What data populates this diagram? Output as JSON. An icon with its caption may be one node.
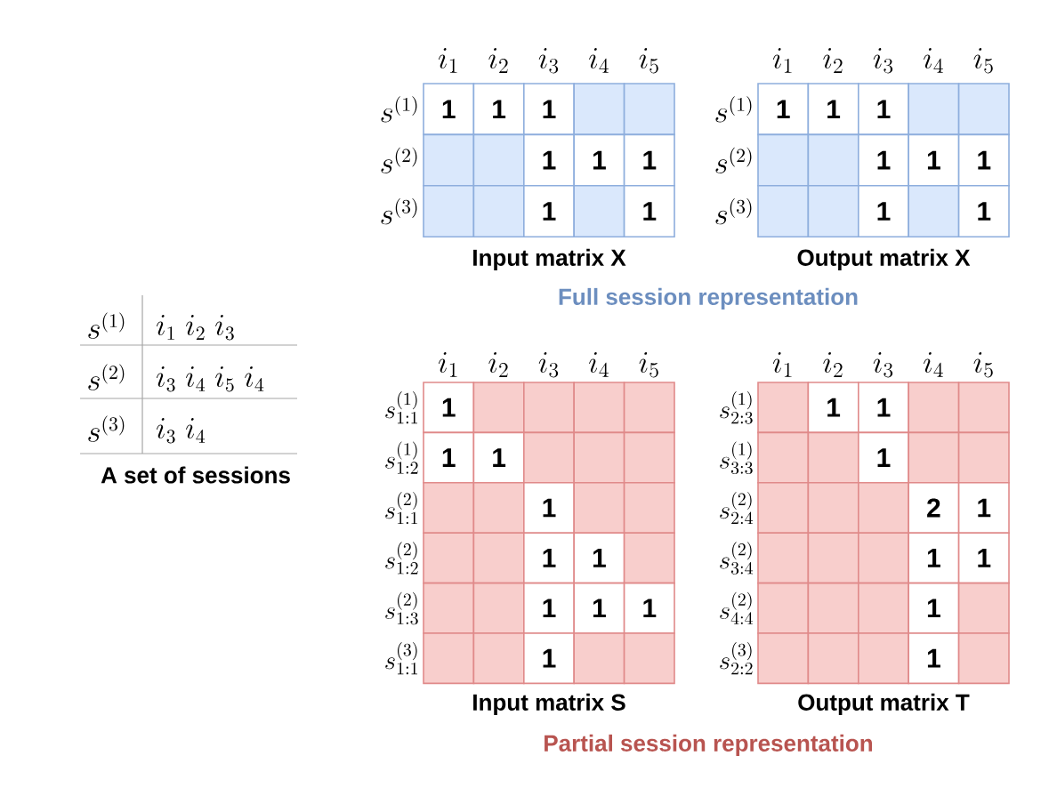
{
  "diagram": {
    "labels": [
      "i_{1}",
      "i_{2}",
      "i_{3}",
      "i_{4}",
      "i_{5}",
      "s^{(1)}",
      "1",
      "1",
      "1",
      "s^{(2)}",
      "1",
      "1",
      "1",
      "s^{(3)}",
      "1",
      "1",
      "Input matrix",
      "\\mathbf{X}",
      "i_{1}",
      "i_{2}",
      "i_{3}",
      "i_{4}",
      "i_{5}",
      "s^{(1)}",
      "1",
      "1",
      "1",
      "s^{(2)}",
      "1",
      "1",
      "1",
      "s^{(3)}",
      "1",
      "1",
      "Output matrix",
      "\\mathbf{X}",
      "Full session representation",
      "s^{(1)}",
      "i_{1}\\;i_{2}\\;i_{3}",
      "s^{(2)}",
      "i_{3}\\;i_{4}\\;i_{5}\\;i_{4}",
      "s^{(3)}",
      "i_{3}\\;i_{4}",
      "A set of sessions",
      "i_{1}",
      "i_{2}",
      "i_{3}",
      "i_{4}",
      "i_{5}",
      "s^{(1)}_{1:1}",
      "1",
      "s^{(1)}_{1:2}",
      "1",
      "1",
      "s^{(2)}_{1:1}",
      "1",
      "s^{(2)}_{1:2}",
      "1",
      "1",
      "s^{(2)}_{1:3}",
      "1",
      "1",
      "1",
      "s^{(3)}_{1:1}",
      "1",
      "Input matrix",
      "\\mathbf{S}",
      "i_{1}",
      "i_{2}",
      "i_{3}",
      "i_{4}",
      "i_{5}",
      "s^{(1)}_{2:3}",
      "1",
      "1",
      "s^{(1)}_{3:3}",
      "1",
      "s^{(2)}_{2:4}",
      "2",
      "1",
      "s^{(2)}_{3:4}",
      "1",
      "1",
      "s^{(2)}_{4:4}",
      "1",
      "s^{(3)}_{2:2}",
      "1",
      "Output matrix",
      "\\mathbf{T}",
      "Partial session representation"
    ]
  }
}
